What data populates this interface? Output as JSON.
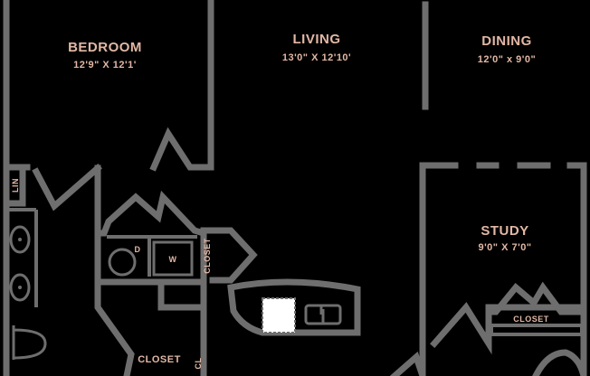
{
  "rooms": {
    "bedroom": {
      "name": "BEDROOM",
      "dims": "12'9\" X 12'1'"
    },
    "living": {
      "name": "LIVING",
      "dims": "13'0\" X 12'10'"
    },
    "dining": {
      "name": "DINING",
      "dims": "12'0\" x 9'0\""
    },
    "study": {
      "name": "STUDY",
      "dims": "9'0\" X 7'0\""
    }
  },
  "fixtures": {
    "linen": "LIN",
    "dryer": "D",
    "washer": "W",
    "closet_vertical": "CLOSET",
    "closet_bottom": "CLOSET",
    "closet_study": "CLOSET",
    "closet_small": "CL"
  },
  "colors": {
    "wall": "#6e6e6e",
    "label": "#e2b7a5",
    "background": "#000000",
    "fixture_fill": "#ffffff"
  }
}
